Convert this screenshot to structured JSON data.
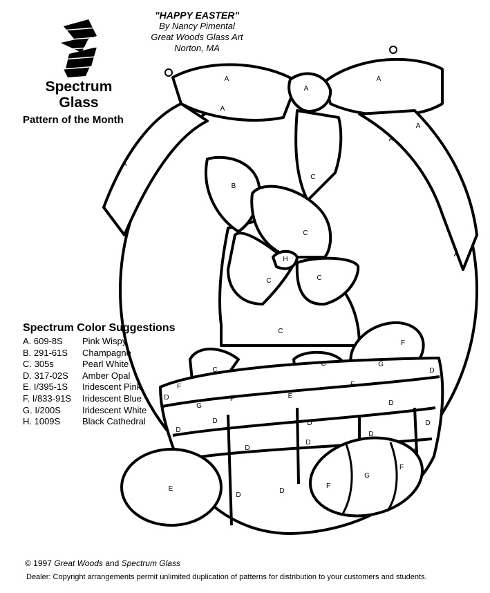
{
  "header": {
    "title": "\"HAPPY EASTER\"",
    "author": "By Nancy Pimental",
    "studio": "Great Woods Glass Art",
    "location": "Norton, MA"
  },
  "brand": {
    "name_line1": "Spectrum",
    "name_line2": "Glass",
    "subtitle": "Pattern of the Month"
  },
  "suggestions": {
    "heading": "Spectrum Color Suggestions",
    "items": [
      {
        "code": "A.  609-8S",
        "name": "Pink Wispy"
      },
      {
        "code": "B.  291-61S",
        "name": "Champagne"
      },
      {
        "code": "C.  305s",
        "name": "Pearl White"
      },
      {
        "code": "D.  317-02S",
        "name": "Amber Opal"
      },
      {
        "code": "E.  I/395-1S",
        "name": "Iridescent Pink"
      },
      {
        "code": "F.  I/833-91S",
        "name": "Iridescent Blue"
      },
      {
        "code": "G.  I/200S",
        "name": "Iridescent White"
      },
      {
        "code": "H.  1009S",
        "name": "Black Cathedral"
      }
    ]
  },
  "piece_labels": [
    "A",
    "A",
    "A",
    "A",
    "A",
    "A",
    "A",
    "A",
    "B",
    "C",
    "C",
    "C",
    "C",
    "C",
    "C",
    "C",
    "H",
    "F",
    "F",
    "F",
    "F",
    "F",
    "F",
    "G",
    "G",
    "G",
    "D",
    "D",
    "D",
    "D",
    "D",
    "D",
    "D",
    "D",
    "D",
    "D",
    "D",
    "D",
    "D",
    "E",
    "E"
  ],
  "footer": {
    "copyright_prefix": "© 1997 ",
    "copyright_a": "Great Woods",
    "copyright_and": " and ",
    "copyright_b": "Spectrum Glass",
    "dealer_note": "Dealer:  Copyright arrangements permit unlimited duplication of patterns for distribution to your customers and students."
  }
}
